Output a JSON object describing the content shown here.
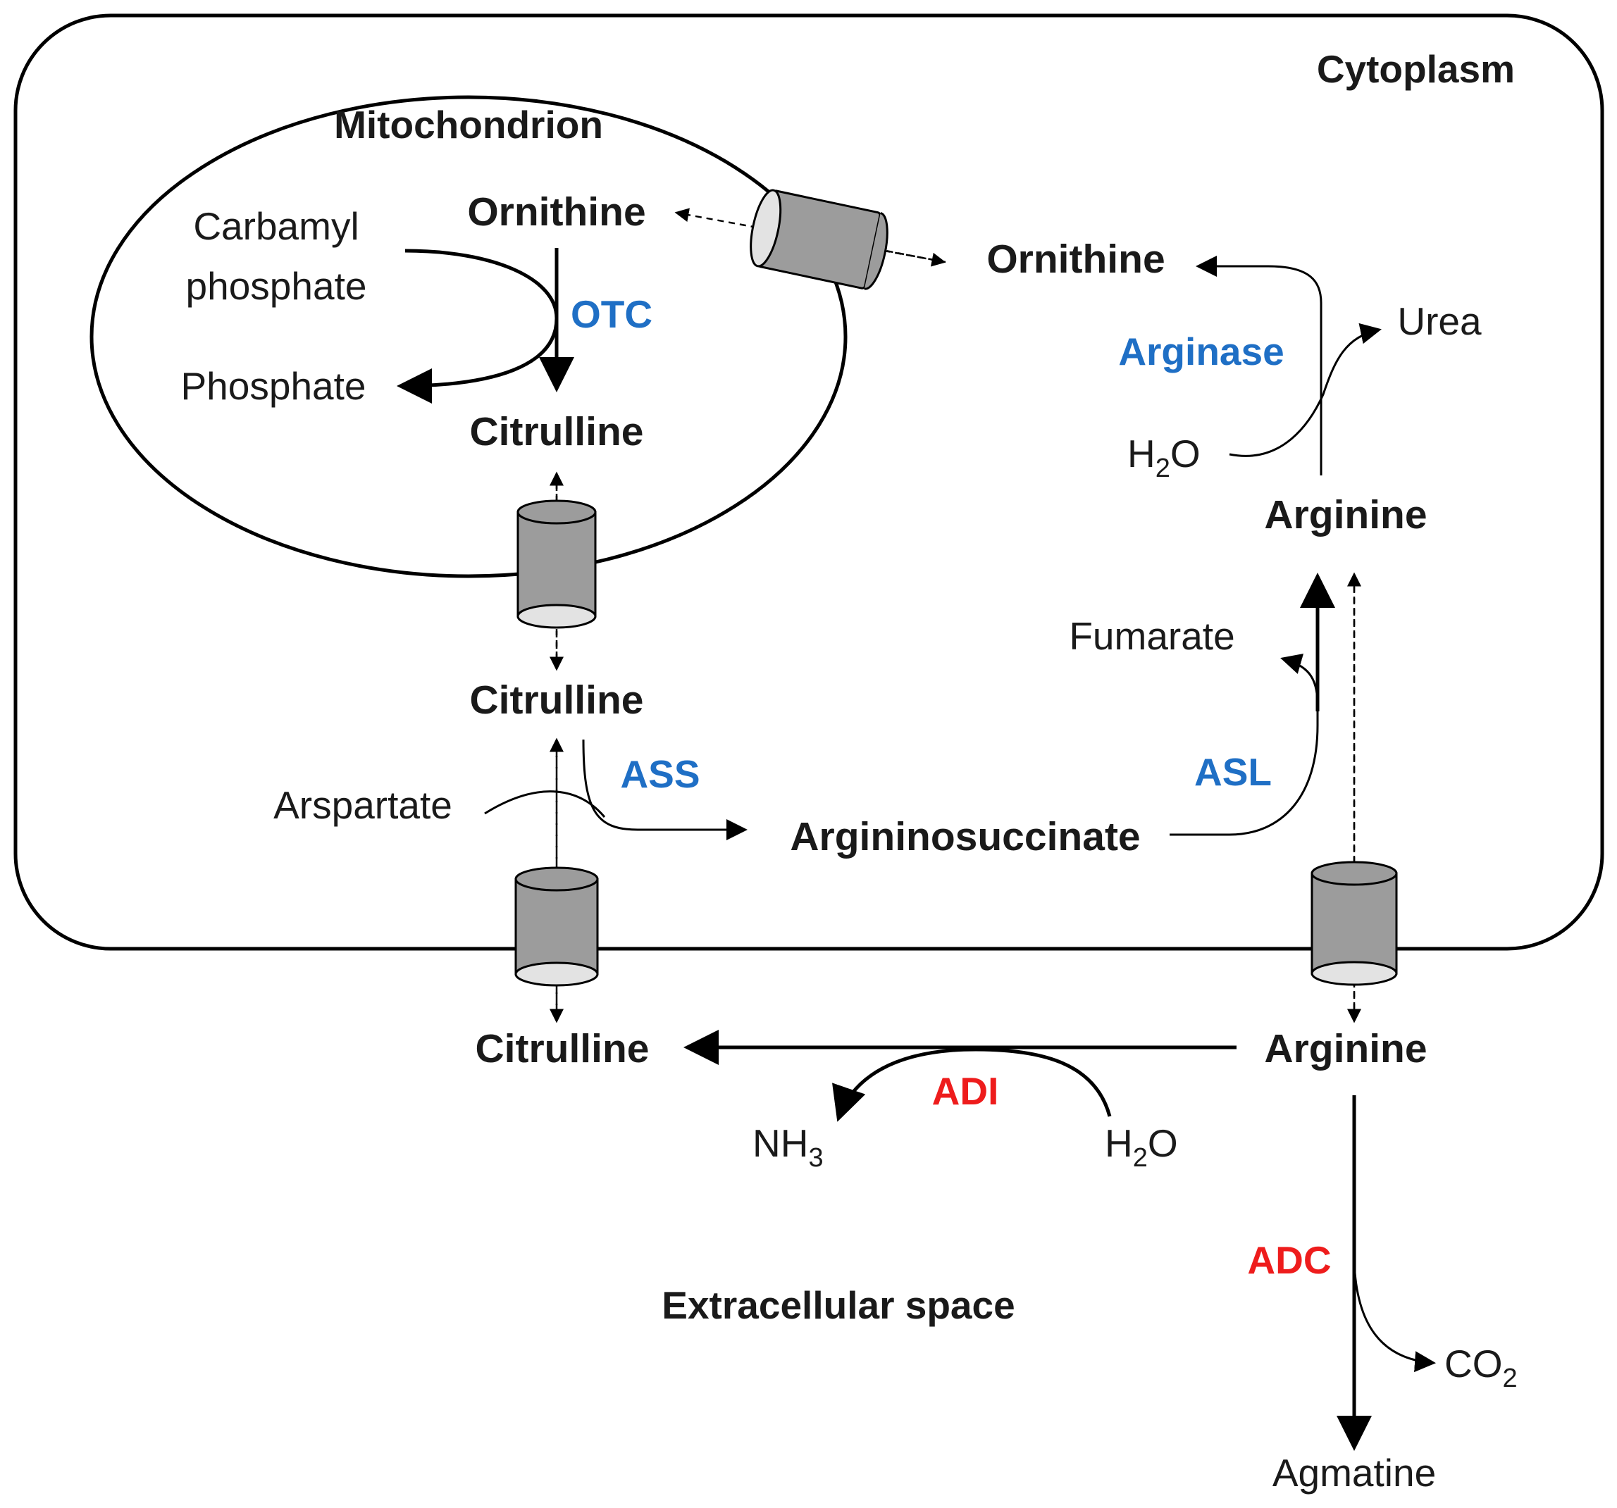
{
  "compartments": {
    "cytoplasm": "Cytoplasm",
    "mitochondrion": "Mitochondrion",
    "extracellular": "Extracellular space"
  },
  "metabolites": {
    "ornithine_mito": "Ornithine",
    "carbamyl_line1": "Carbamyl",
    "carbamyl_line2": "phosphate",
    "phosphate": "Phosphate",
    "citrulline_mito": "Citrulline",
    "citrulline_cyto": "Citrulline",
    "citrulline_extra": "Citrulline",
    "ornithine_cyto": "Ornithine",
    "urea": "Urea",
    "water_arginase_main": "H",
    "water_arginase_sub": "2",
    "water_arginase_tail": "O",
    "arginine_cyto": "Arginine",
    "fumarate": "Fumarate",
    "aspartate": "Arspartate",
    "argininosuccinate": "Argininosuccinate",
    "arginine_extra": "Arginine",
    "ammonia_main": "NH",
    "ammonia_sub": "3",
    "water_adi_main": "H",
    "water_adi_sub": "2",
    "water_adi_tail": "O",
    "co2_main": "CO",
    "co2_sub": "2",
    "agmatine": "Agmatine"
  },
  "enzymes": {
    "otc": "OTC",
    "arginase": "Arginase",
    "ass": "ASS",
    "asl": "ASL",
    "adi": "ADI",
    "adc": "ADC"
  },
  "colors": {
    "enzyme_blue": "#1f6fc5",
    "enzyme_red": "#ee1c1c",
    "channel_fill": "#9c9c9c",
    "line": "#000000"
  }
}
